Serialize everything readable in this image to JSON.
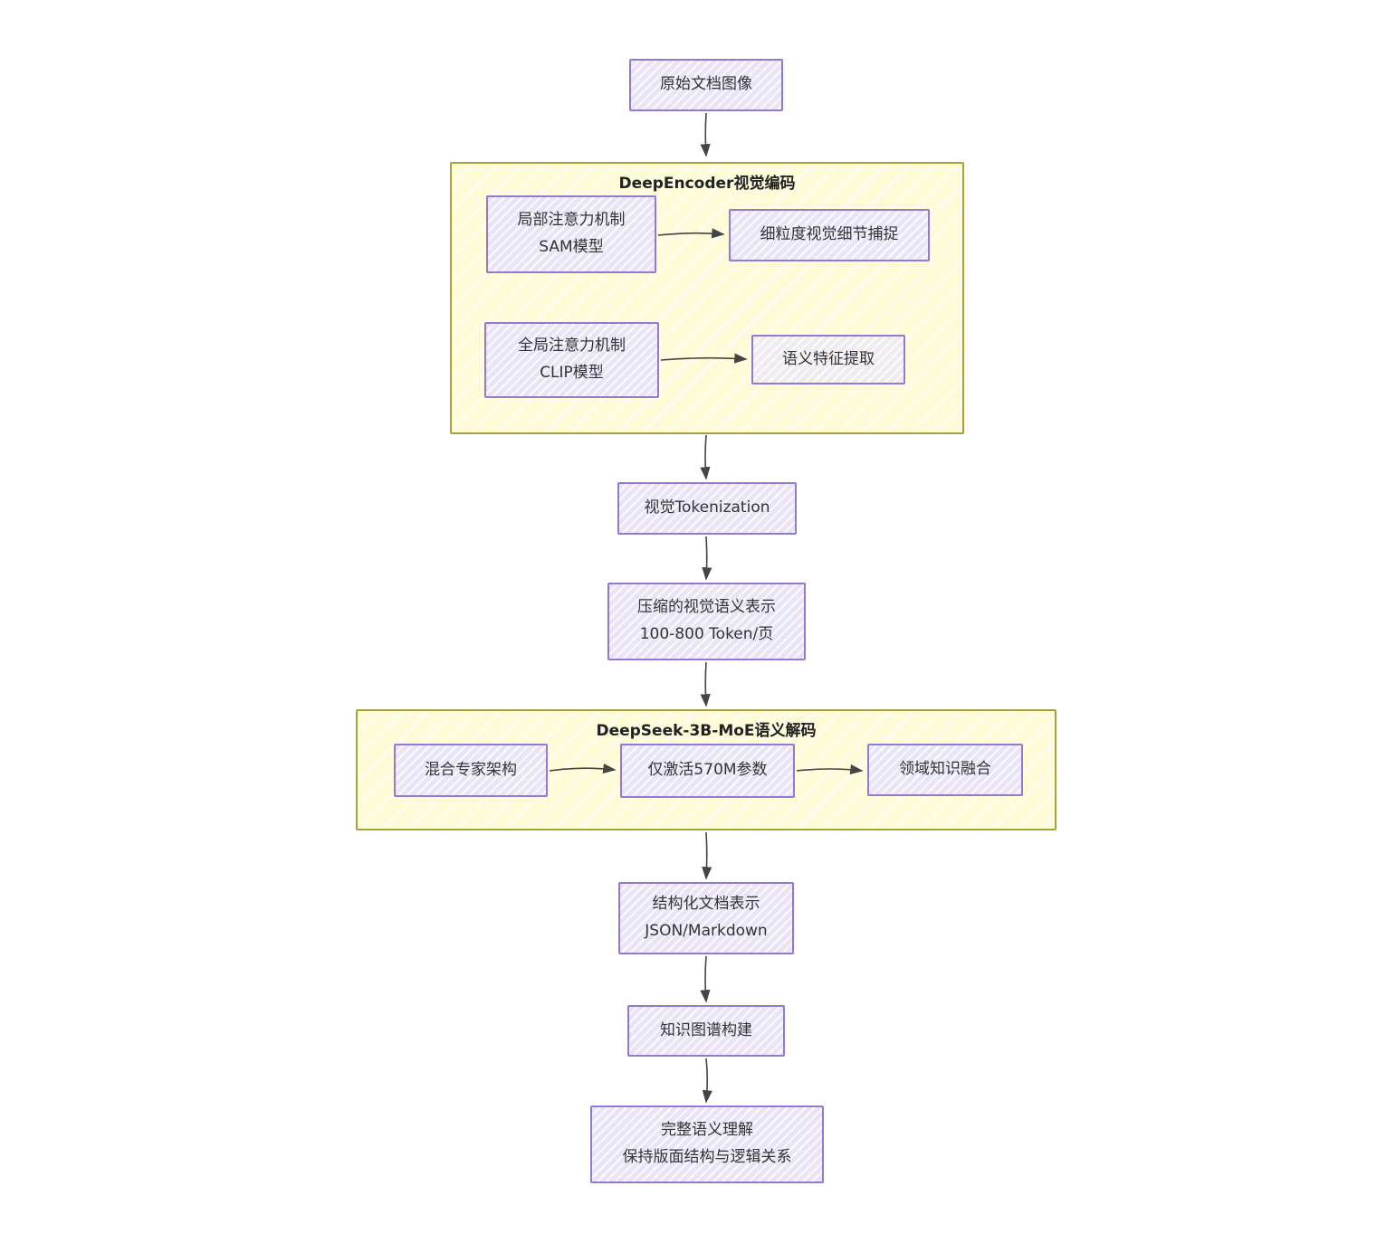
{
  "diagram": {
    "nodes": {
      "raw_image": {
        "label": "原始文档图像"
      },
      "encoder_group": {
        "title": "DeepEncoder视觉编码"
      },
      "local_attention": {
        "line1": "局部注意力机制",
        "line2": "SAM模型"
      },
      "fine_detail": {
        "label": "细粒度视觉细节捕捉"
      },
      "global_attention": {
        "line1": "全局注意力机制",
        "line2": "CLIP模型"
      },
      "semantic_extract": {
        "label": "语义特征提取"
      },
      "visual_tokenization": {
        "label": "视觉Tokenization"
      },
      "compressed_repr": {
        "line1": "压缩的视觉语义表示",
        "line2": "100-800 Token/页"
      },
      "decoder_group": {
        "title": "DeepSeek-3B-MoE语义解码"
      },
      "moe_arch": {
        "label": "混合专家架构"
      },
      "active_params": {
        "label": "仅激活570M参数"
      },
      "domain_fusion": {
        "label": "领域知识融合"
      },
      "structured_doc": {
        "line1": "结构化文档表示",
        "line2": "JSON/Markdown"
      },
      "knowledge_graph": {
        "label": "知识图谱构建"
      },
      "full_semantic": {
        "line1": "完整语义理解",
        "line2": "保持版面结构与逻辑关系"
      }
    },
    "colors": {
      "node_fill": "#e9e4f8",
      "node_border": "#9379d2",
      "group_fill": "#fdfbd8",
      "group_border": "#a8a23b",
      "arrow": "#444444",
      "text": "#333333"
    }
  }
}
